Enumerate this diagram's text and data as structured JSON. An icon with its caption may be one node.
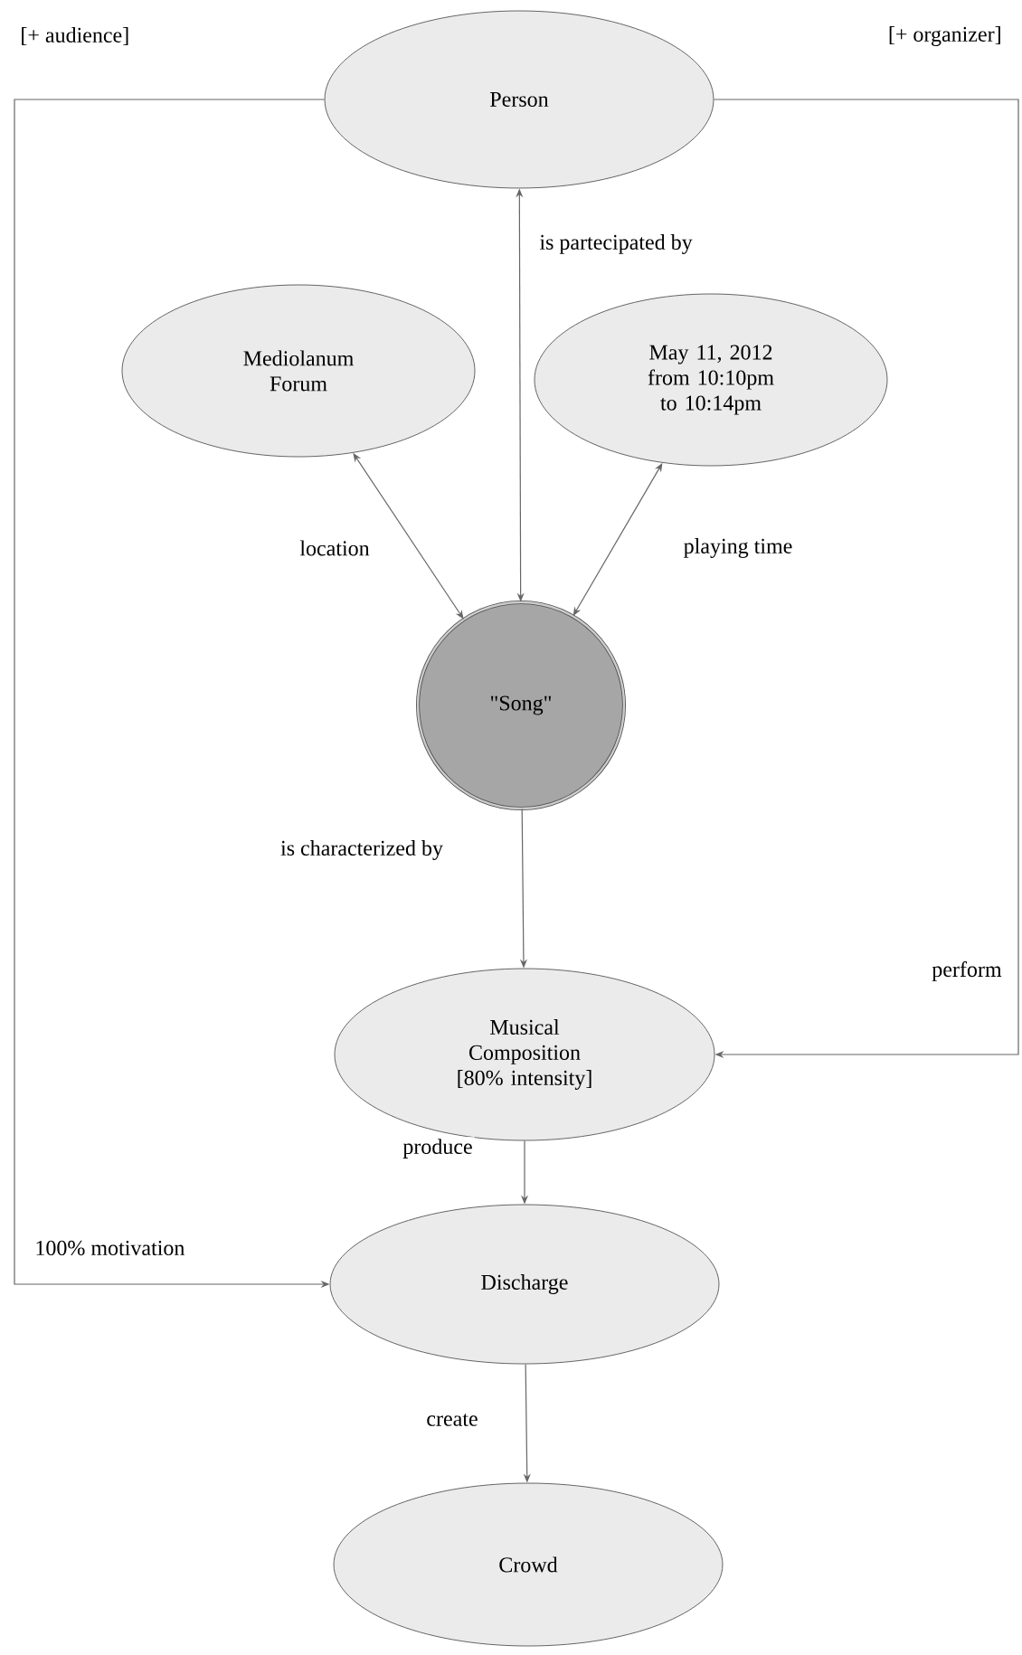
{
  "diagram": {
    "nodes": [
      {
        "text": [
          "Person"
        ]
      },
      {
        "text": [
          "Mediolanum Forum"
        ]
      },
      {
        "text": [
          "May 11, 2012 from 10:10pm to 10:14pm"
        ]
      },
      {
        "text": [
          "\"Song\""
        ]
      },
      {
        "text": [
          "Musical Composition [80% intensity]"
        ]
      },
      {
        "text": [
          "Discharge"
        ]
      },
      {
        "text": [
          "Crowd"
        ]
      }
    ],
    "edges": [
      {
        "from": 0,
        "to": 3,
        "arrow": "both",
        "label": "is partecipated by"
      },
      {
        "from": 1,
        "to": 3,
        "arrow": "both",
        "label": "location"
      },
      {
        "from": 2,
        "to": 3,
        "arrow": "both",
        "label": "playing time"
      },
      {
        "from": 3,
        "to": 4,
        "arrow": "to",
        "label": "is characterized by"
      },
      {
        "from": 0,
        "to": 4,
        "arrow": "to",
        "label": "perform"
      },
      {
        "from": 4,
        "to": 5,
        "arrow": "to",
        "label": "produce"
      },
      {
        "from": 0,
        "to": 5,
        "arrow": "to",
        "label": "100% motivation"
      },
      {
        "from": 5,
        "to": 6,
        "arrow": "to",
        "label": "create"
      }
    ],
    "labels": [
      "[+ audience]",
      "[+ organizer]"
    ]
  }
}
